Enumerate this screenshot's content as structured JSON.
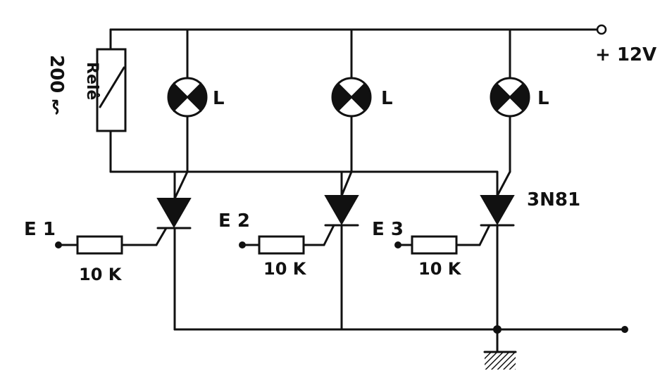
{
  "supply": {
    "label": "+ 12V"
  },
  "relay": {
    "name": "Relê",
    "value": "200 ↜"
  },
  "lamps": [
    {
      "label": "L"
    },
    {
      "label": "L"
    },
    {
      "label": "L"
    }
  ],
  "thyristor": {
    "label": "3N81"
  },
  "inputs": [
    {
      "label": "E 1",
      "resistor": "10 K"
    },
    {
      "label": "E 2",
      "resistor": "10 K"
    },
    {
      "label": "E 3",
      "resistor": "10 K"
    }
  ]
}
